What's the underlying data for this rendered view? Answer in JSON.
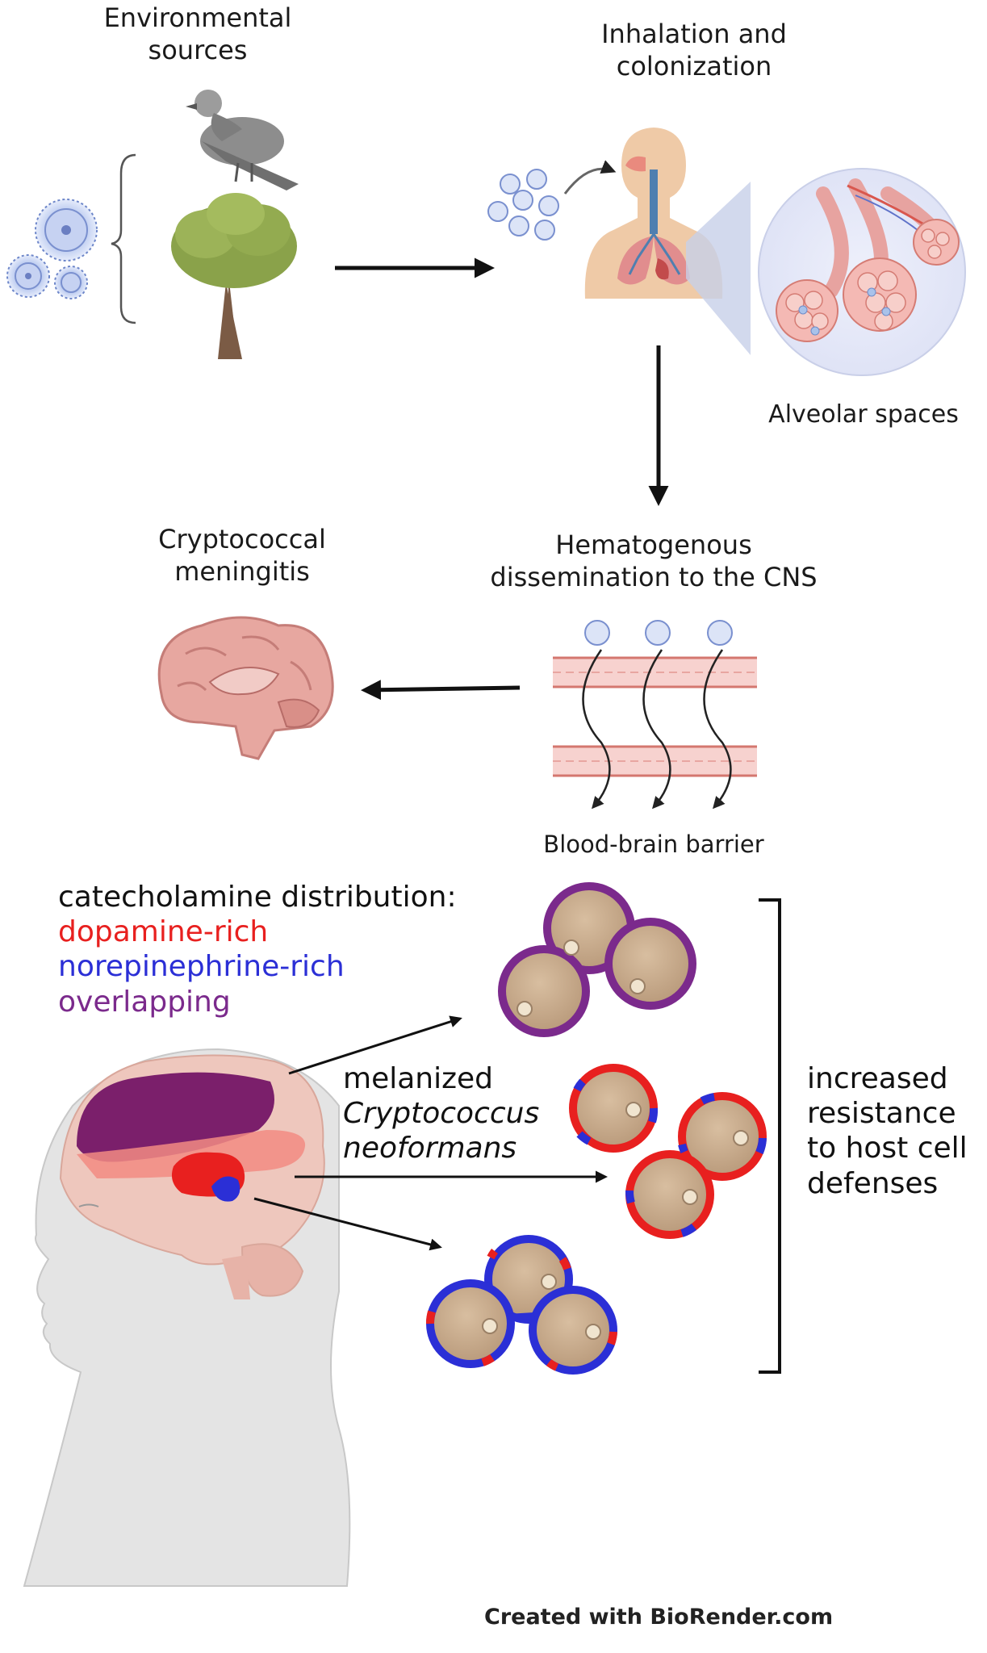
{
  "labels": {
    "environmental_sources": "Environmental\nsources",
    "inhalation": "Inhalation and\ncolonization",
    "alveolar": "Alveolar spaces",
    "hematogenous": "Hematogenous\ndissemination to the CNS",
    "meningitis": "Cryptococcal\nmeningitis",
    "bbb": "Blood-brain barrier"
  },
  "legend": {
    "title": "catecholamine distribution:",
    "dopamine": "dopamine-rich",
    "norepinephrine": "norepinephrine-rich",
    "overlapping": "overlapping"
  },
  "melanized": {
    "line1": "melanized",
    "line2": "Cryptococcus",
    "line3": "neoformans"
  },
  "resistance": "increased\nresistance\nto host cell\ndefenses",
  "credit": "Created with BioRender.com",
  "colors": {
    "dopamine": "#e8201f",
    "norepinephrine": "#2b2fd6",
    "overlapping": "#7b2a8c",
    "cell_fill": "#c9ab8d",
    "arrow": "#111111"
  }
}
